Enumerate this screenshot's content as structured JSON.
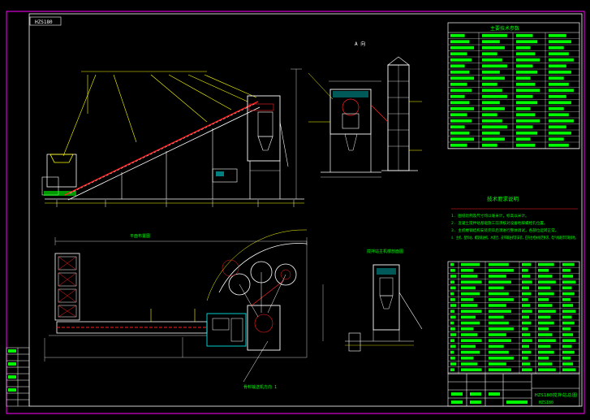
{
  "drawing": {
    "number_tag": "HZS180",
    "view_a_label": "A 向",
    "plan_label": "平面布置图",
    "section_label": "搅拌站主机楼剖面图",
    "direction_label": "骨料输送机方向 1"
  },
  "params_table": {
    "title": "主要技术参数"
  },
  "notes": {
    "title": "技术要求说明",
    "items": [
      "1. 图纸比例及尺寸均以毫米计，标高以米计。",
      "2. 混凝土搅拌站基础施工前须核对设备地脚螺栓孔位置。",
      "3. 主机楼钢结构安装完毕后须进行整体调试，各部位运转正常。",
      "4. 主机、配料站、螺旋输送机、水泥仓、皮带输送机等安装，应符合相关规范要求，电气线路须可靠接地。"
    ]
  },
  "title_block": {
    "name": "HZS180搅拌站总图",
    "code": "HZS180"
  },
  "colors": {
    "background": "#000000",
    "frame": "#ff00ff",
    "linework": "#ffffff",
    "table_fill": "#00ff00",
    "accent_red": "#ff2020",
    "cyan": "#00ffff",
    "yellow": "#ffff00"
  }
}
